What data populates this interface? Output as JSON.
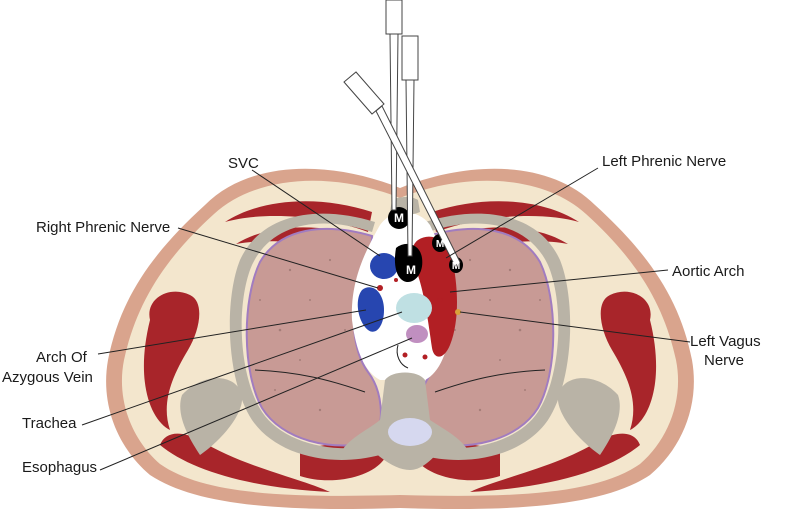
{
  "labels": {
    "svc": "SVC",
    "right_phrenic": "Right Phrenic Nerve",
    "left_phrenic": "Left Phrenic Nerve",
    "aortic_arch": "Aortic Arch",
    "left_vagus_1": "Left Vagus",
    "left_vagus_2": "Nerve",
    "arch_azygous_1": "Arch Of",
    "arch_azygous_2": "Azygous Vein",
    "trachea": "Trachea",
    "esophagus": "Esophagus"
  },
  "markers": {
    "m": "M"
  },
  "colors": {
    "skin": "#d9a48d",
    "fat": "#f3e6cd",
    "muscle": "#a8252a",
    "bone": "#b9b3a6",
    "lung": "#c89a95",
    "lung_border": "#a17cc0",
    "svc": "#2746b0",
    "aorta": "#b21f24",
    "trachea": "#bfe0e3",
    "esophagus": "#c08fc0",
    "node": "#000000",
    "vertebral_body": "#d6d8ef"
  }
}
